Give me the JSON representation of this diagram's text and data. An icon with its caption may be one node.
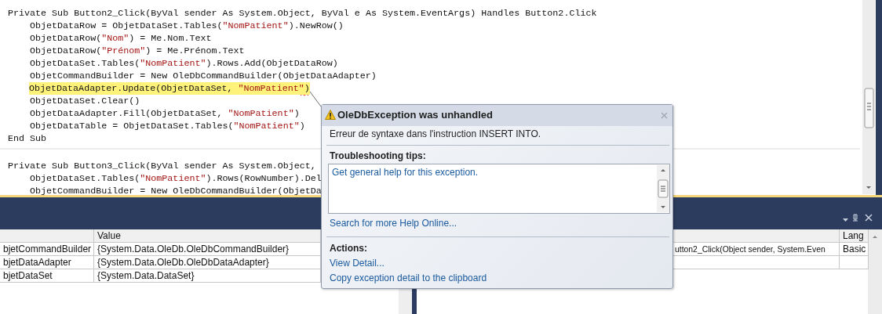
{
  "diagram": {
    "nodes": [
      {
        "text": [
          "OleDbException was unhandled",
          "Erreur de syntaxe dans l'instruction INSERT INTO.",
          "Troubleshooting tips:",
          "Search for more Help Online...",
          "Actions:",
          "View Detail...",
          "Copy exception detail to the clipboard"
        ]
      },
      {
        "text": [
          "Get general help for this exception."
        ],
        "in": 0
      },
      {
        "text": [
          "ObjetDataAdapter.Update(ObjetDataSet, \"NomPatient\")"
        ]
      }
    ],
    "edges": [
      {
        "from": 0,
        "to": 2,
        "arrow": "none"
      }
    ],
    "labels": [
      "Private Sub Button2_Click(ByVal sender As System.Object, ByVal e As System.EventArgs) Handles Button2.Click",
      "ObjetDataRow = ObjetDataSet.Tables(\"NomPatient\").NewRow()",
      "ObjetDataRow(\"Nom\") = Me.Nom.Text",
      "ObjetDataRow(\"Prénom\") = Me.Prénom.Text",
      "ObjetDataSet.Tables(\"NomPatient\").Rows.Add(ObjetDataRow)",
      "ObjetCommandBuilder = New OleDbCommandBuilder(ObjetDataAdapter)",
      "ObjetDataSet.Clear()",
      "ObjetDataAdapter.Fill(ObjetDataSet, \"NomPatient\")",
      "ObjetDataTable = ObjetDataSet.Tables(\"NomPatient\")",
      "End Sub",
      "Private Sub Button3_Click(ByVal sender As System.Object,",
      "ObjetDataSet.Tables(\"NomPatient\").Rows(RowNumber).Del",
      "ObjetCommandBuilder = New OleDbCommandBuilder(ObjetDa",
      "Value",
      "Lang",
      "bjetCommandBuilder",
      "{System.Data.OleDb.OleDbCommandBuilder}",
      "utton2_Click(Object sender, System.Even",
      "Basic",
      "bjetDataAdapter",
      "{System.Data.OleDb.OleDbDataAdapter}",
      "bjetDataSet",
      "{System.Data.DataSet}"
    ]
  }
}
